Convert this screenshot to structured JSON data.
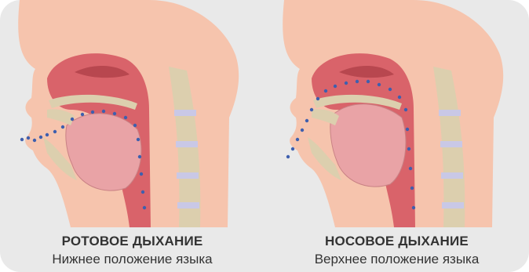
{
  "panels": [
    {
      "id": "mouth",
      "title": "РОТОВОЕ ДЫХАНИЕ",
      "subtitle": "Нижнее положение языка"
    },
    {
      "id": "nose",
      "title": "НОСОВОЕ ДЫХАНИЕ",
      "subtitle": "Верхнее положение языка"
    }
  ],
  "colors": {
    "background": "#e9e9e9",
    "skin": "#f6c4ad",
    "tissue": "#d9636a",
    "tongue": "#e9a3a6",
    "bone": "#dccfae",
    "spine_disc": "#c9c8e6",
    "particles": "#3e5fae"
  }
}
